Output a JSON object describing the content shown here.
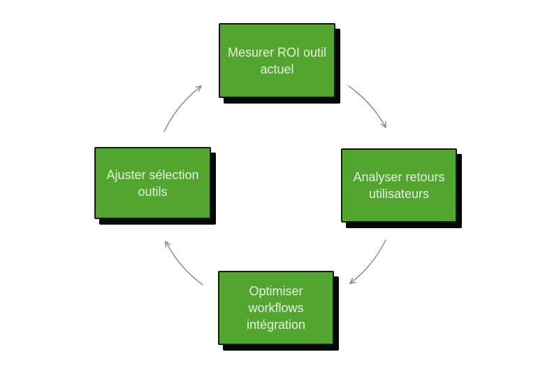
{
  "diagram": {
    "type": "cycle",
    "direction": "clockwise",
    "nodes": [
      {
        "id": "mesurer-roi",
        "position": "top",
        "label": "Mesurer ROI outil actuel",
        "lines": [
          "Mesurer ROI outil",
          "actuel"
        ]
      },
      {
        "id": "analyser-retours",
        "position": "right",
        "label": "Analyser retours utilisateurs",
        "lines": [
          "Analyser retours",
          "utilisateurs"
        ]
      },
      {
        "id": "optimiser-workflows",
        "position": "bottom",
        "label": "Optimiser workflows intégration",
        "lines": [
          "Optimiser",
          "workflows",
          "intégration"
        ]
      },
      {
        "id": "ajuster-selection",
        "position": "left",
        "label": "Ajuster sélection outils",
        "lines": [
          "Ajuster sélection",
          "outils"
        ]
      }
    ],
    "arrows": [
      {
        "from": "mesurer-roi",
        "to": "analyser-retours"
      },
      {
        "from": "analyser-retours",
        "to": "optimiser-workflows"
      },
      {
        "from": "optimiser-workflows",
        "to": "ajuster-selection"
      },
      {
        "from": "ajuster-selection",
        "to": "mesurer-roi"
      }
    ]
  },
  "colors": {
    "page-bg": "#ffffff",
    "box-fill": "#54a52f",
    "box-border": "#0e2004",
    "box-shadow": "#070707",
    "box-text": "#e2f3dc",
    "arrow": "#7d7d7d"
  }
}
